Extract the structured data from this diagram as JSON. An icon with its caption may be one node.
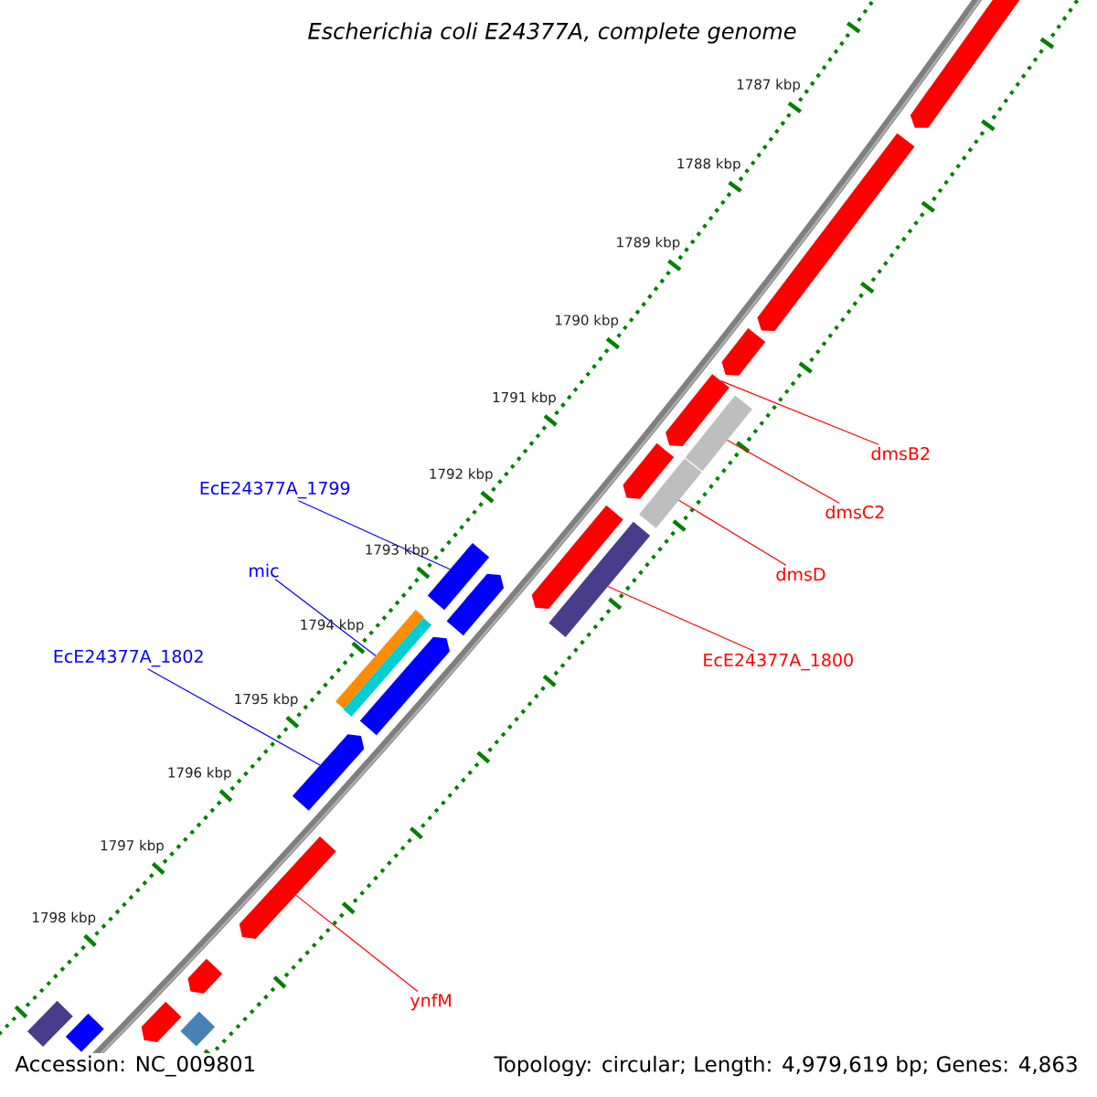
{
  "diagram": {
    "title": "Escherichia coli E24377A, complete genome",
    "nodes": [
      {
        "text": [
          "EcE24377A_1799"
        ]
      },
      {
        "text": [
          "mic"
        ]
      },
      {
        "text": [
          "EcE24377A_1802"
        ]
      },
      {
        "text": [
          "dmsB2"
        ]
      },
      {
        "text": [
          "dmsC2"
        ]
      },
      {
        "text": [
          "dmsD"
        ]
      },
      {
        "text": [
          "EcE24377A_1800"
        ]
      },
      {
        "text": [
          "ynfM"
        ]
      },
      {
        "text": [],
        "shape": "pentagon"
      },
      {
        "text": [],
        "shape": "pentagon"
      },
      {
        "text": [],
        "shape": "pentagon"
      },
      {
        "text": [],
        "shape": "pentagon"
      },
      {
        "text": [],
        "shape": "bar"
      },
      {
        "text": [],
        "shape": "pentagon"
      },
      {
        "text": [],
        "shape": "bar"
      },
      {
        "text": [],
        "shape": "pentagon"
      },
      {
        "text": [],
        "shape": "bar"
      },
      {
        "text": [],
        "shape": "bar"
      },
      {
        "text": [],
        "shape": "pentagon"
      },
      {
        "text": [],
        "shape": "bar"
      },
      {
        "text": [],
        "shape": "bar"
      },
      {
        "text": [],
        "shape": "pentagon"
      },
      {
        "text": [],
        "shape": "pentagon"
      },
      {
        "text": [],
        "shape": "pentagon"
      },
      {
        "text": [],
        "shape": "pentagon"
      },
      {
        "text": [],
        "shape": "bar"
      },
      {
        "text": [],
        "shape": "bar"
      },
      {
        "text": [],
        "shape": "pentagon"
      },
      {
        "text": [],
        "shape": "bar"
      }
    ],
    "edges": [
      {
        "from": 0,
        "to": 17,
        "arrow": "none",
        "color": "#0000ff"
      },
      {
        "from": 1,
        "to": 19,
        "arrow": "none",
        "color": "#0000ff"
      },
      {
        "from": 2,
        "to": 22,
        "arrow": "none",
        "color": "#0000ff"
      },
      {
        "from": 3,
        "to": 11,
        "arrow": "none"
      },
      {
        "from": 4,
        "to": 12,
        "arrow": "none"
      },
      {
        "from": 5,
        "to": 14,
        "arrow": "none"
      },
      {
        "from": 6,
        "to": 16,
        "arrow": "none"
      },
      {
        "from": 7,
        "to": 23,
        "arrow": "none"
      }
    ],
    "labels": [
      "1787 kbp",
      "1788 kbp",
      "1789 kbp",
      "1790 kbp",
      "1791 kbp",
      "1792 kbp",
      "1793 kbp",
      "1794 kbp",
      "1795 kbp",
      "1796 kbp",
      "1797 kbp",
      "1798 kbp",
      "Accession: NC_009801",
      "Topology: circular; Length: 4,979,619 bp; Genes: 4,863"
    ]
  }
}
